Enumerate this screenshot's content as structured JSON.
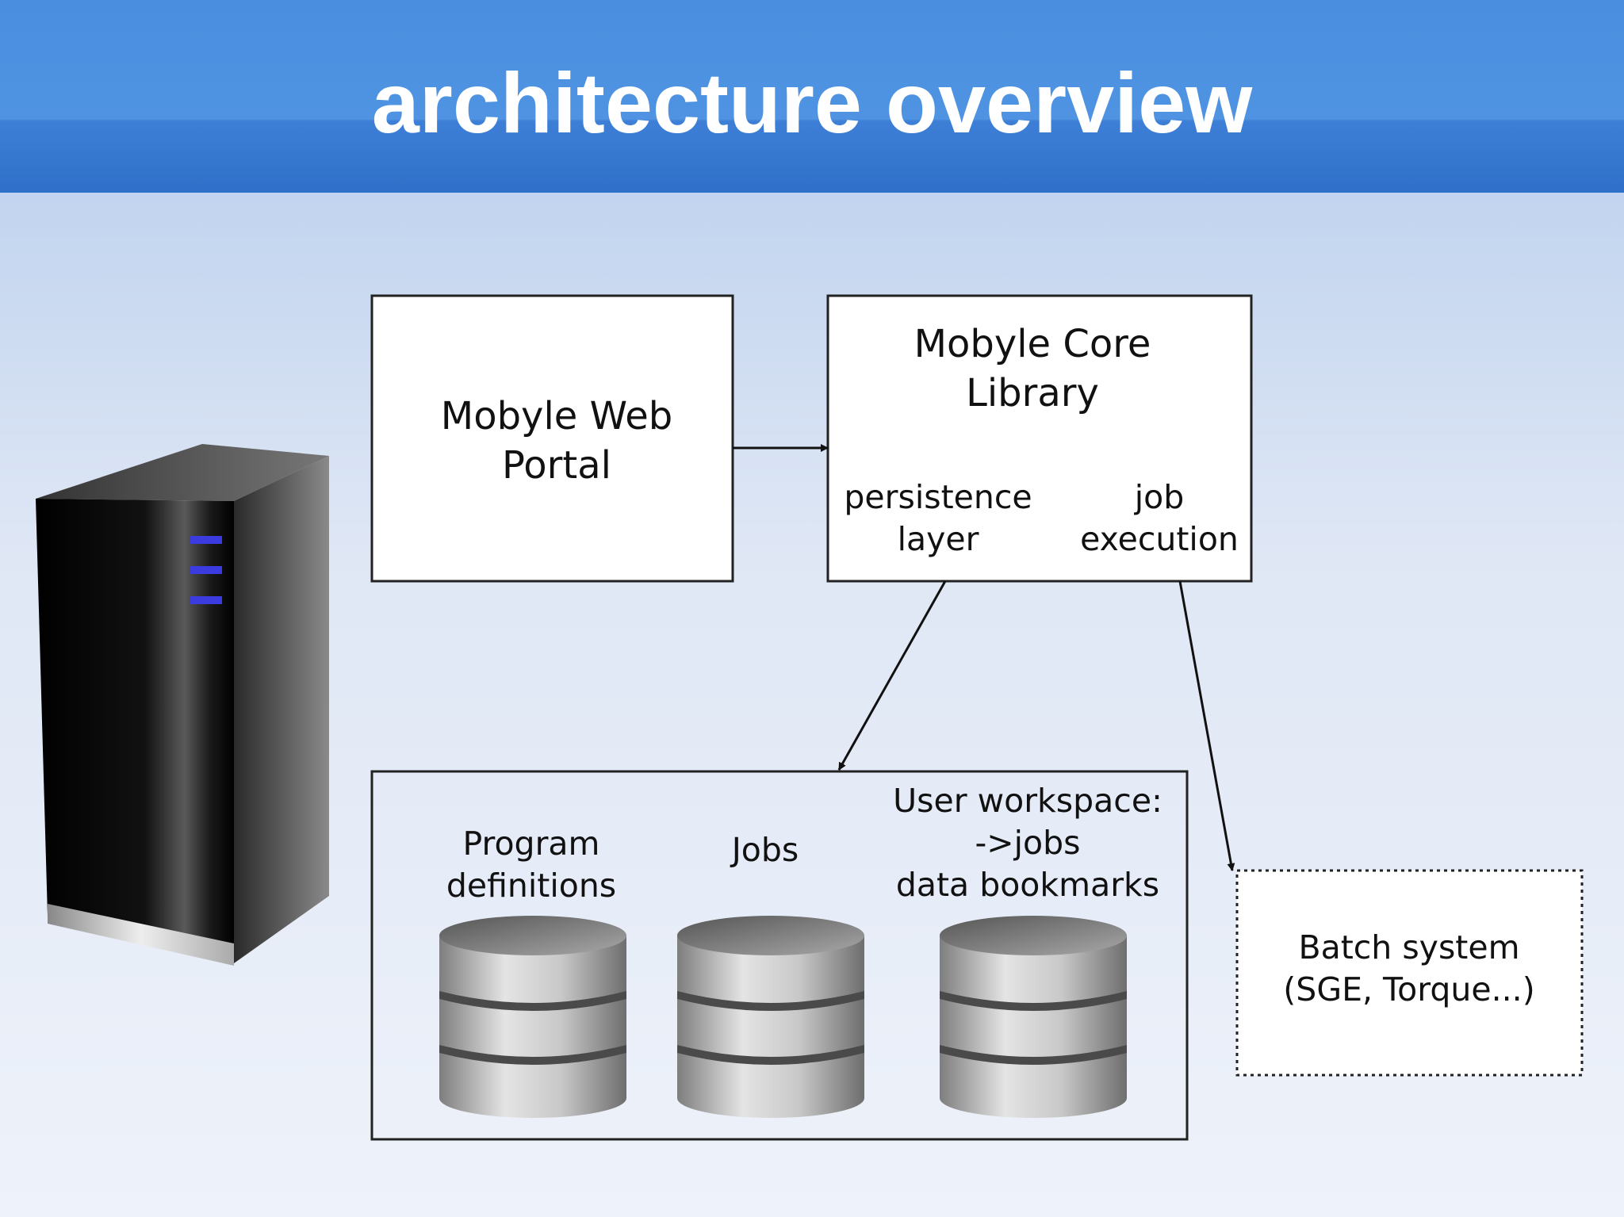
{
  "title": "architecture overview",
  "colors": {
    "header": "#3f86dc",
    "box_fill": "#ffffff",
    "stroke": "#222222",
    "server_light": "#3b3be0"
  },
  "icons": [
    "server-tower-icon",
    "database-icon"
  ],
  "web_portal": {
    "line1": "Mobyle Web",
    "line2": "Portal"
  },
  "core_library": {
    "line1": "Mobyle Core",
    "line2": "Library",
    "persistence": {
      "line1": "persistence",
      "line2": "layer"
    },
    "job": {
      "line1": "job",
      "line2": "execution"
    }
  },
  "storage": {
    "program": {
      "line1": "Program",
      "line2": "definitions"
    },
    "jobs": {
      "line1": "Jobs"
    },
    "workspace": {
      "line1": "User workspace:",
      "line2": "->jobs",
      "line3": "data bookmarks"
    }
  },
  "batch": {
    "line1": "Batch system",
    "line2": "(SGE, Torque...)"
  }
}
